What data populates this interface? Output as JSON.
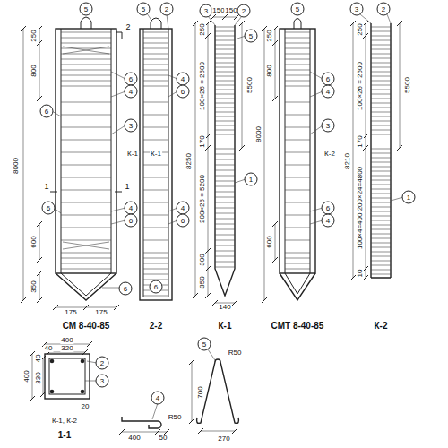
{
  "diagram": {
    "labels": [
      "5",
      "2",
      "250",
      "800",
      "8000",
      "600",
      "350",
      "175",
      "175",
      "6",
      "4",
      "6",
      "3",
      "К-1",
      "1",
      "1",
      "6",
      "4",
      "6",
      "6",
      "СМ 8-40-85",
      "5",
      "2",
      "4",
      "6",
      "К-1",
      "4",
      "6",
      "6",
      "2-2",
      "3",
      "150",
      "150",
      "2",
      "250",
      "100×26 = 2600",
      "8250",
      "170",
      "200×26 = 5200",
      "300",
      "350",
      "5500",
      "5",
      "1",
      "140",
      "К-1",
      "5",
      "250",
      "800",
      "8000",
      "600",
      "6",
      "4",
      "3",
      "К-2",
      "6",
      "4",
      "СМТ 8-40-85",
      "3",
      "2",
      "250",
      "100×26 = 2600",
      "8210",
      "170",
      "100×4=400 200×24=4800",
      "10",
      "5500",
      "1",
      "К-2",
      "400",
      "40",
      "320",
      "40",
      "330",
      "400",
      "2",
      "3",
      "20",
      "К-1, К-2",
      "1-1",
      "4",
      "400",
      "50",
      "R50",
      "5",
      "R50",
      "700",
      "270"
    ]
  }
}
